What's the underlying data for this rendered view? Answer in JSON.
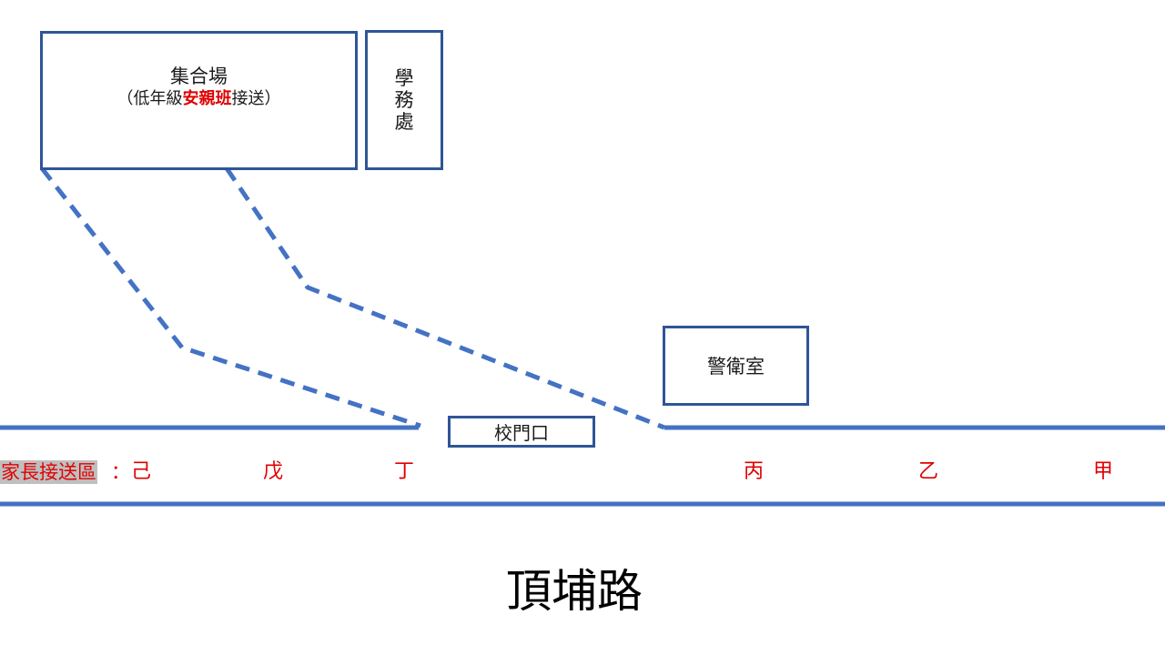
{
  "buildings": {
    "assembly": {
      "title": "集合場",
      "sub_prefix": "（低年級",
      "sub_highlight": "安親班",
      "sub_suffix": "接送）"
    },
    "office": {
      "chars": [
        "學",
        "務",
        "處"
      ]
    },
    "guard": "警衛室",
    "gate": "校門口"
  },
  "pickup": {
    "label": "家長接送區",
    "colon": "：",
    "zones": [
      "己",
      "戊",
      "丁",
      "丙",
      "乙",
      "甲"
    ]
  },
  "road_name": "頂埔路",
  "colors": {
    "line": "#4472c4",
    "box_border": "#2f5597",
    "highlight_text": "#e00000",
    "label_bg": "#bfbfbf"
  }
}
